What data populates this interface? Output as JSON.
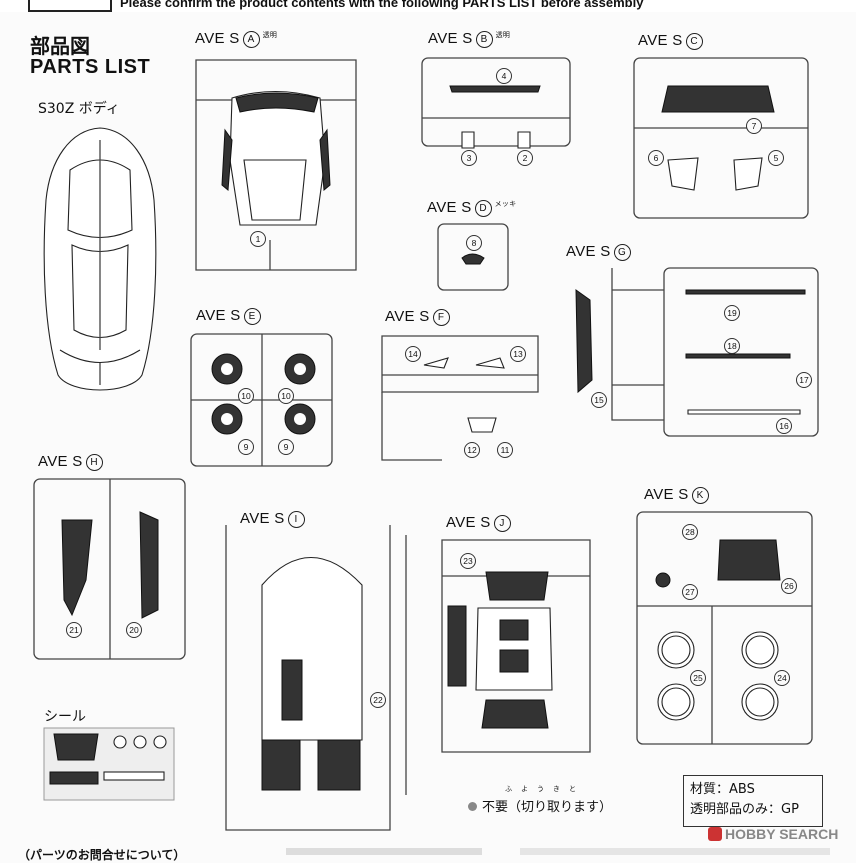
{
  "header": {
    "banner_text": "Please confirm the product contents with the following PARTS LIST before assembly"
  },
  "title": {
    "jp": "部品図",
    "en": "PARTS LIST"
  },
  "body_part": {
    "label": "S30Z ボディ"
  },
  "sprues": [
    {
      "id": "A",
      "prefix": "AVE S",
      "letter": "A",
      "note": "透明",
      "parts": [
        "1"
      ]
    },
    {
      "id": "B",
      "prefix": "AVE S",
      "letter": "B",
      "note": "透明",
      "parts": [
        "4",
        "3",
        "2"
      ]
    },
    {
      "id": "C",
      "prefix": "AVE S",
      "letter": "C",
      "note": "",
      "parts": [
        "7",
        "6",
        "5"
      ]
    },
    {
      "id": "D",
      "prefix": "AVE S",
      "letter": "D",
      "note": "メッキ",
      "parts": [
        "8"
      ]
    },
    {
      "id": "E",
      "prefix": "AVE S",
      "letter": "E",
      "note": "",
      "parts": [
        "10",
        "10",
        "9",
        "9"
      ]
    },
    {
      "id": "F",
      "prefix": "AVE S",
      "letter": "F",
      "note": "",
      "parts": [
        "14",
        "13",
        "12",
        "11"
      ]
    },
    {
      "id": "G",
      "prefix": "AVE S",
      "letter": "G",
      "note": "",
      "parts": [
        "19",
        "18",
        "17",
        "15",
        "16"
      ]
    },
    {
      "id": "H",
      "prefix": "AVE S",
      "letter": "H",
      "note": "",
      "parts": [
        "21",
        "20"
      ]
    },
    {
      "id": "I",
      "prefix": "AVE S",
      "letter": "I",
      "note": "",
      "parts": [
        "22"
      ]
    },
    {
      "id": "J",
      "prefix": "AVE S",
      "letter": "J",
      "note": "",
      "parts": [
        "23"
      ]
    },
    {
      "id": "K",
      "prefix": "AVE S",
      "letter": "K",
      "note": "",
      "parts": [
        "28",
        "26",
        "27",
        "25",
        "24"
      ]
    }
  ],
  "sticker": {
    "label": "シール"
  },
  "legend": {
    "unneeded_ruby": "ふようきと",
    "unneeded": "不要（切り取ります）"
  },
  "material": {
    "line1": "材質：ABS",
    "line2": "透明部品のみ：GP"
  },
  "watermark": {
    "text": "HOBBY SEARCH"
  },
  "footer": {
    "left_text": "（パーツのお問合せについて）"
  }
}
